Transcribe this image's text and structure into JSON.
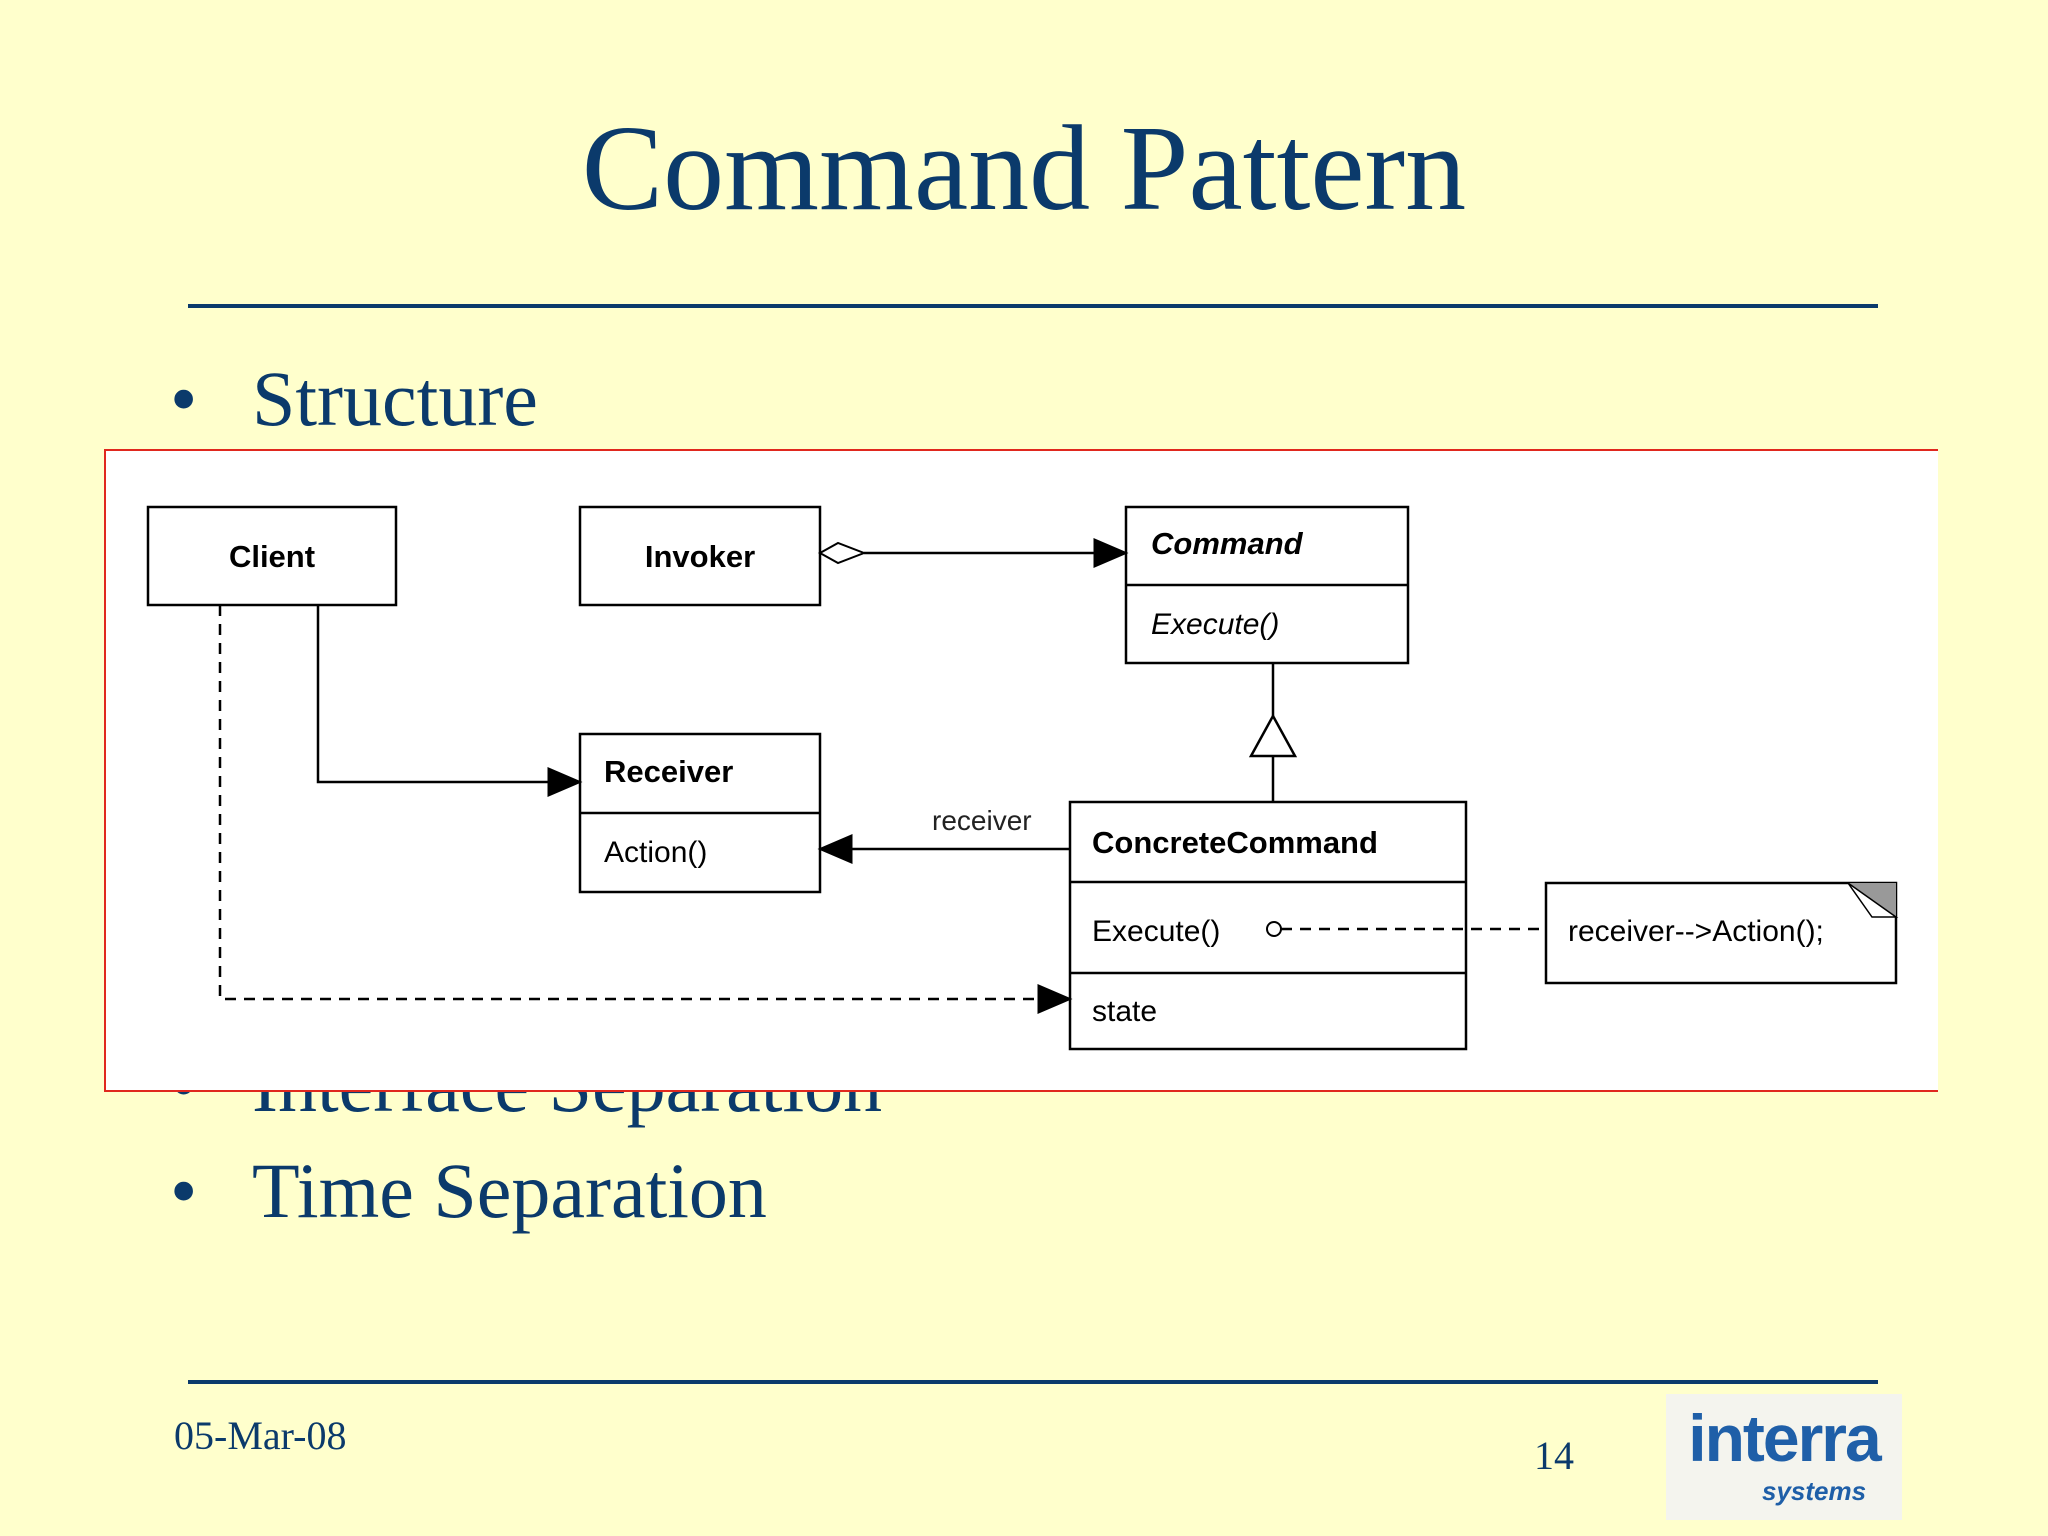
{
  "slide": {
    "title": "Command Pattern",
    "bullets": [
      "Structure",
      "Interface Separation",
      "Time Separation"
    ],
    "bullet_symbol": "•",
    "date": "05-Mar-08",
    "page_number": "14"
  },
  "logo": {
    "main": "interra",
    "sub": "systems"
  },
  "diagram": {
    "client": "Client",
    "invoker": "Invoker",
    "command": {
      "name": "Command",
      "operation": "Execute()"
    },
    "receiver": {
      "name": "Receiver",
      "operation": "Action()"
    },
    "concrete_command": {
      "name": "ConcreteCommand",
      "operation": "Execute()",
      "attribute": "state"
    },
    "association_label": "receiver",
    "note": "receiver-->Action();"
  },
  "colors": {
    "text": "#0b3a6b",
    "background": "#ffffcc",
    "frame": "#e0281e"
  }
}
